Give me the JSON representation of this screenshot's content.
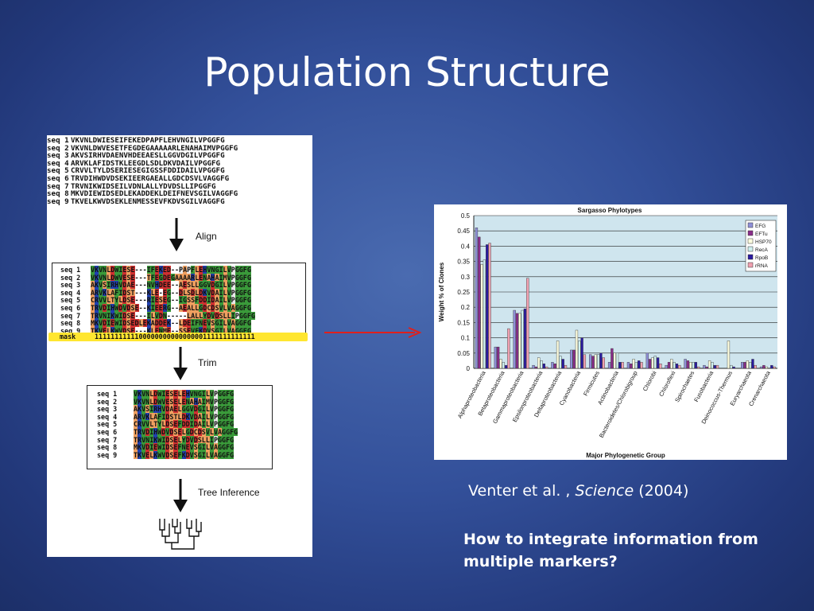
{
  "slide": {
    "title": "Population Structure",
    "citation_authors": "Venter et al. , ",
    "citation_journal": "Science",
    "citation_year": " (2004)",
    "question": "How to integrate information from multiple markers?",
    "accent_red": "#e0201c"
  },
  "pipeline": {
    "sequences": [
      {
        "label": "seq 1",
        "seq": "VKVNLDWIESEIFEKEDPAPFLEHVNGILVPGGFG"
      },
      {
        "label": "seq 2",
        "seq": "VKVNLDWVESETFEGDEGAAAAARLENAHAIMVPGGFG"
      },
      {
        "label": "seq 3",
        "seq": "AKVSIRHVDAENVHDEEAESLLGGVDGILVPGGFG"
      },
      {
        "label": "seq 4",
        "seq": "ARVKLAFIDSTKLEEGDLSDLDKVDAILVPGGFG"
      },
      {
        "label": "seq 5",
        "seq": "CRVVLTYLDSERIESEGIGSSFDDIDAILVPGGFG"
      },
      {
        "label": "seq 6",
        "seq": "TRVDIHWDVDSEKIEERGAEALLGDCDSVLVAGGFG"
      },
      {
        "label": "seq 7",
        "seq": "TRVNIKWIDSEILVDNLALLYDVDSLLIPGGFG"
      },
      {
        "label": "seq 8",
        "seq": "MKVDIEWIDSEDLEKADDEKLDEIFNEVSGILVAGGFG"
      },
      {
        "label": "seq 9",
        "seq": "TKVELKWVDSEKLENMESSEVFKDVSGILVAGGFG"
      }
    ],
    "step1_label": "Align",
    "step2_label": "Trim",
    "step3_label": "Tree Inference",
    "aligned": [
      {
        "label": "seq 1",
        "seq": "VKVNLDWIESE---IFEKED--PAPFLEHVNGILVPGGFG"
      },
      {
        "label": "seq 2",
        "seq": "VKVNLDWVESE---TFEGDEGAAAARLENAHAIMVPGGFG"
      },
      {
        "label": "seq 3",
        "seq": "AKVSIRHVDAE---NVHDEE--AESLLGGVDGILVPGGFG"
      },
      {
        "label": "seq 4",
        "seq": "ARVKLAFIDST---KLE-EG--DLSDLDKVDAILVPGGFG"
      },
      {
        "label": "seq 5",
        "seq": "CRVVLTYLDSE---RIESEG--IGSSFDDIDAILVPGGFG"
      },
      {
        "label": "seq 6",
        "seq": "TRVDIHWDVDSE--KIEERG--AEALLGDCDSVLVAGGFG"
      },
      {
        "label": "seq 7",
        "seq": "TRVNIKWIDSE---ILVDN-----LALLYDVDSLLIPGGFG"
      },
      {
        "label": "seq 8",
        "seq": "MKVDIEWIDSEDLEKADDEK--LDEIFNEVSGILVAGGFG"
      },
      {
        "label": "seq 9",
        "seq": "TKVELKWVDSE---KLENME--SSEVFKDVSGILVAGGFG"
      }
    ],
    "mask_label": "mask",
    "mask": "1111111111100000000000000001111111111111",
    "trimmed": [
      {
        "label": "seq 1",
        "seq": "VKVNLDWIESELEHVNGILVPGGFG"
      },
      {
        "label": "seq 2",
        "seq": "VKVNLDWVESELENAHAIMVPGGFG"
      },
      {
        "label": "seq 3",
        "seq": "AKVSIRHVDAELGGVDGILVPGGFG"
      },
      {
        "label": "seq 4",
        "seq": "ARVKLAFIDSTLDKVDAILVPGGFG"
      },
      {
        "label": "seq 5",
        "seq": "CRVVLTYLDSEFDDIDAILVPGGFG"
      },
      {
        "label": "seq 6",
        "seq": "TRVDIHWDVDSELGDCDSVLVAGGFG"
      },
      {
        "label": "seq 7",
        "seq": "TRVNIKWIDSELYDVDSLLIPGGFG"
      },
      {
        "label": "seq 8",
        "seq": "MKVDIEWIDSEFNEVSGILVAGGFG"
      },
      {
        "label": "seq 9",
        "seq": "TKVELKWVDSEFKDVSGILVAGGFG"
      }
    ]
  },
  "chart_data": {
    "type": "bar",
    "title": "Sargasso Phylotypes",
    "xlabel": "Major Phylogenetic Group",
    "ylabel": "Weight % of Clones",
    "ylim": [
      0,
      0.5
    ],
    "yticks": [
      "0",
      "0.05",
      "0.1",
      "0.15",
      "0.2",
      "0.25",
      "0.3",
      "0.35",
      "0.4",
      "0.45",
      "0.5"
    ],
    "grid": true,
    "legend_position": "top-right",
    "categories": [
      "Alphaproteobacteria",
      "Betaproteobacteria",
      "Gammaproteobacteria",
      "Epsilonproteobacteria",
      "Deltaproteobacteria",
      "Cyanobacteria",
      "Firmicutes",
      "Actinobacteria",
      "Bacteroidetes/Chlorobigroup",
      "Chlorobi",
      "Chloroflexi",
      "Spirochaetes",
      "Fusobacteria",
      "Deinococcus-Thermus",
      "Euryarchaeota",
      "Crenarchaeota"
    ],
    "series": [
      {
        "name": "EFG",
        "color": "#8f8fd8",
        "values": [
          0.46,
          0.07,
          0.19,
          0.01,
          0.02,
          0.06,
          0.045,
          0.02,
          0.02,
          0.05,
          0.01,
          0.03,
          0.01,
          0.0,
          0.02,
          0.005
        ]
      },
      {
        "name": "EFTu",
        "color": "#8a2d8a",
        "values": [
          0.43,
          0.07,
          0.18,
          0.005,
          0.015,
          0.06,
          0.04,
          0.065,
          0.015,
          0.03,
          0.02,
          0.025,
          0.005,
          0.0,
          0.02,
          0.01
        ]
      },
      {
        "name": "HSP70",
        "color": "#ffffe0",
        "values": [
          0.34,
          0.03,
          0.18,
          0.035,
          0.09,
          0.125,
          0.045,
          0.05,
          0.03,
          0.035,
          0.03,
          0.02,
          0.025,
          0.09,
          0.025,
          0.005
        ]
      },
      {
        "name": "RecA",
        "color": "#d0f0f0",
        "values": [
          0.355,
          0.02,
          0.19,
          0.025,
          0.04,
          0.09,
          0.045,
          0.05,
          0.02,
          0.04,
          0.02,
          0.02,
          0.02,
          0.01,
          0.02,
          0.0
        ]
      },
      {
        "name": "RpoB",
        "color": "#2a1aa0",
        "values": [
          0.405,
          0.01,
          0.195,
          0.015,
          0.03,
          0.1,
          0.05,
          0.02,
          0.025,
          0.035,
          0.015,
          0.02,
          0.01,
          0.005,
          0.03,
          0.01
        ]
      },
      {
        "name": "rRNA",
        "color": "#f0a0b0",
        "values": [
          0.41,
          0.13,
          0.295,
          0.005,
          0.01,
          0.045,
          0.035,
          0.02,
          0.02,
          0.015,
          0.01,
          0.005,
          0.01,
          0.0,
          0.01,
          0.005
        ]
      }
    ]
  }
}
